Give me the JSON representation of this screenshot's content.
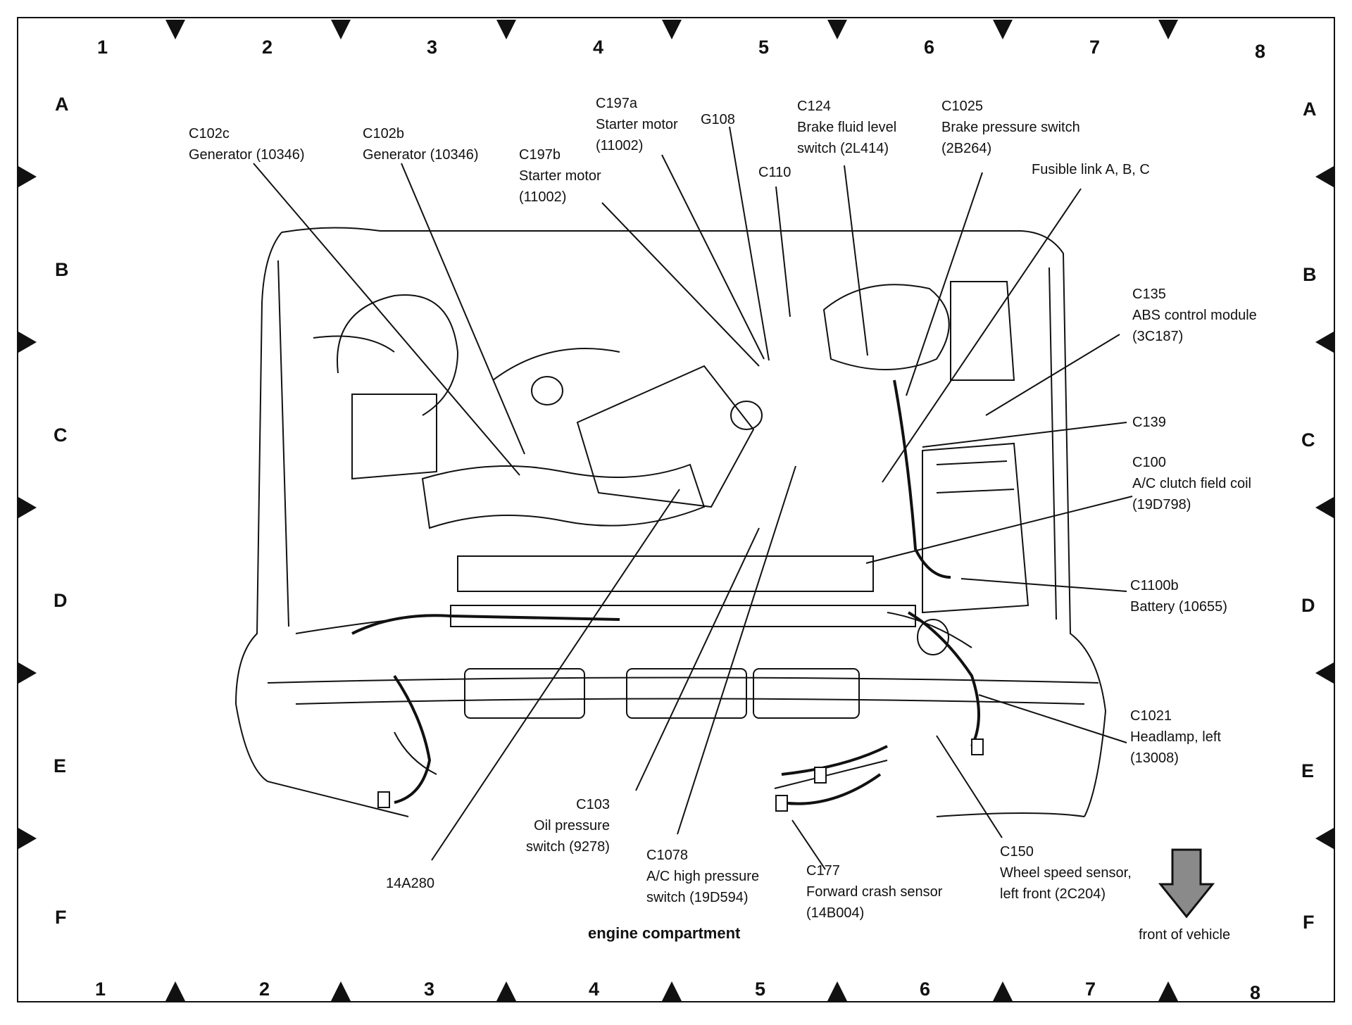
{
  "grid": {
    "columns": [
      "1",
      "2",
      "3",
      "4",
      "5",
      "6",
      "7",
      "8"
    ],
    "rows": [
      "A",
      "B",
      "C",
      "D",
      "E",
      "F"
    ]
  },
  "title": "engine compartment",
  "front_label": "front of vehicle",
  "callouts": {
    "c102c": {
      "id": "C102c",
      "desc": "Generator (10346)"
    },
    "c102b": {
      "id": "C102b",
      "desc": "Generator (10346)"
    },
    "c197b": {
      "id": "C197b",
      "desc": "Starter motor",
      "num": "(11002)"
    },
    "c197a": {
      "id": "C197a",
      "desc": "Starter motor",
      "num": "(11002)"
    },
    "g108": {
      "id": "G108"
    },
    "c110": {
      "id": "C110"
    },
    "c124": {
      "id": "C124",
      "desc": "Brake fluid level",
      "num": "switch (2L414)"
    },
    "c1025": {
      "id": "C1025",
      "desc": "Brake pressure switch",
      "num": "(2B264)"
    },
    "fusible": {
      "id": "Fusible link A, B, C"
    },
    "c135": {
      "id": "C135",
      "desc": "ABS control module",
      "num": "(3C187)"
    },
    "c139": {
      "id": "C139"
    },
    "c100": {
      "id": "C100",
      "desc": "A/C clutch field coil",
      "num": "(19D798)"
    },
    "c1100b": {
      "id": "C1100b",
      "desc": "Battery (10655)"
    },
    "c1021": {
      "id": "C1021",
      "desc": "Headlamp, left",
      "num": "(13008)"
    },
    "c150": {
      "id": "C150",
      "desc": "Wheel speed sensor,",
      "num": "left front (2C204)"
    },
    "c177": {
      "id": "C177",
      "desc": "Forward crash sensor",
      "num": "(14B004)"
    },
    "c1078": {
      "id": "C1078",
      "desc": "A/C high pressure",
      "num": "switch (19D594)"
    },
    "c103": {
      "id": "C103",
      "desc": "Oil pressure",
      "num": "switch (9278)"
    },
    "p14a280": {
      "id": "14A280"
    }
  }
}
